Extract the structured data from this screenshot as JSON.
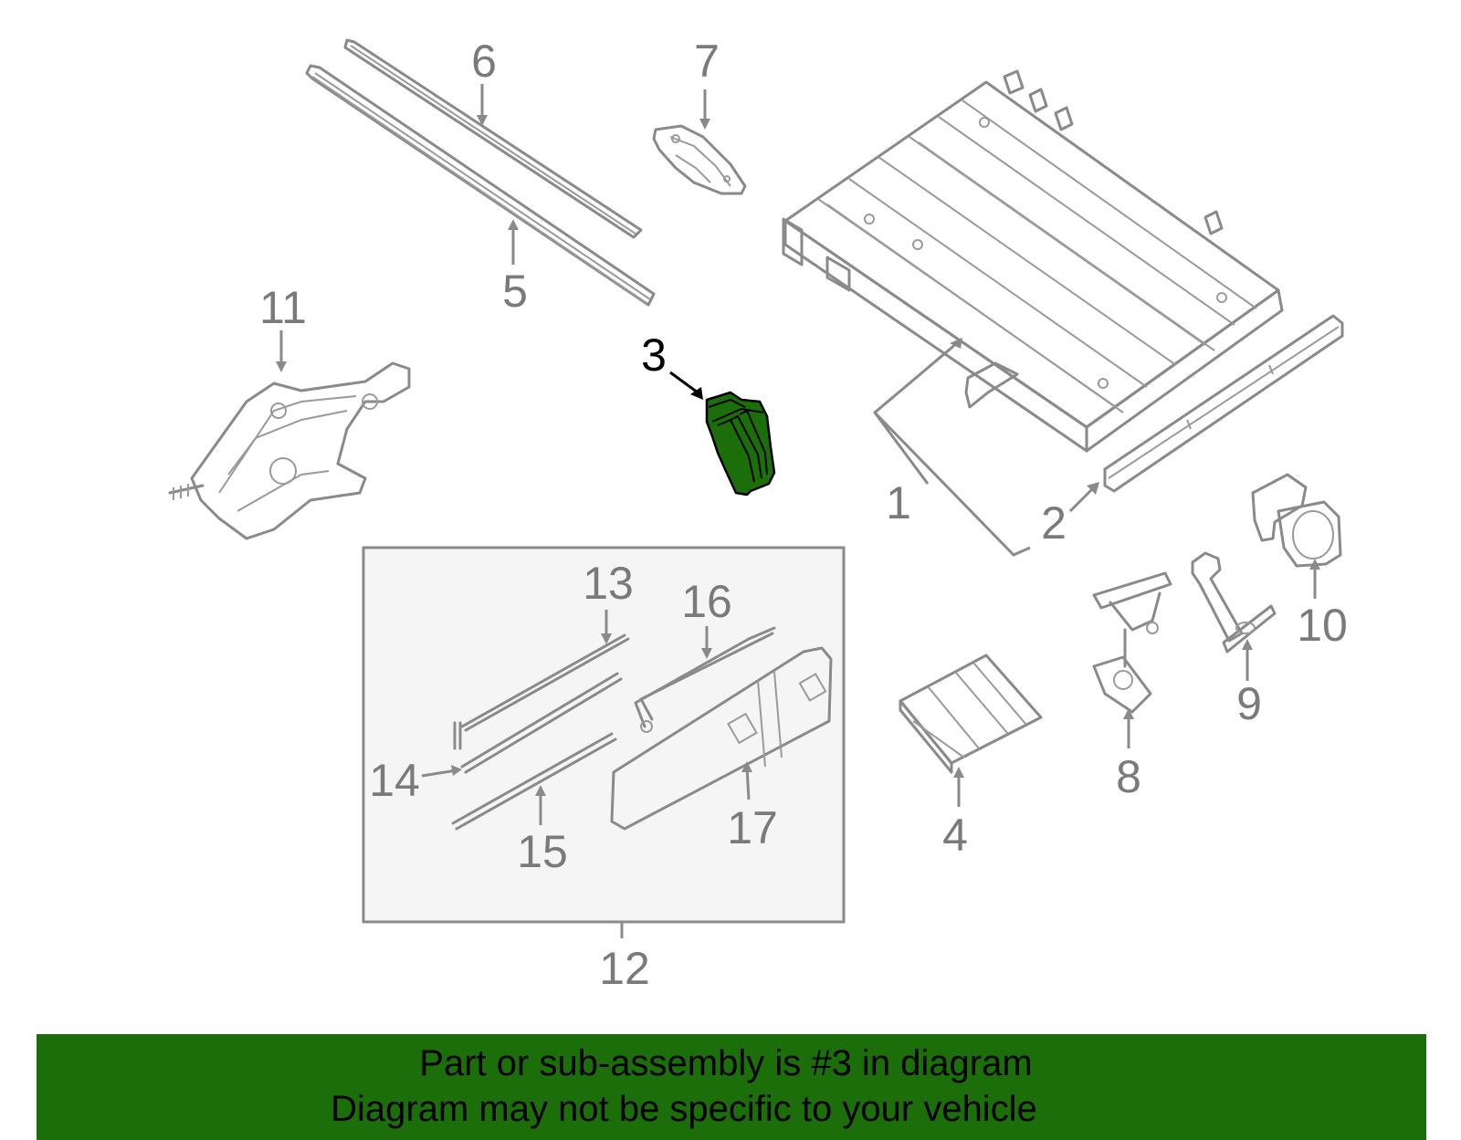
{
  "colors": {
    "highlight": "#1c6e0b",
    "line": "#8a8a8a",
    "box_fill": "#f5f5f5",
    "banner_bg": "#1c6e0b"
  },
  "diagram": {
    "highlighted": "3",
    "callouts": [
      {
        "num": "1"
      },
      {
        "num": "2"
      },
      {
        "num": "3"
      },
      {
        "num": "4"
      },
      {
        "num": "5"
      },
      {
        "num": "6"
      },
      {
        "num": "7"
      },
      {
        "num": "8"
      },
      {
        "num": "9"
      },
      {
        "num": "10"
      },
      {
        "num": "11"
      },
      {
        "num": "12"
      },
      {
        "num": "13"
      },
      {
        "num": "14"
      },
      {
        "num": "15"
      },
      {
        "num": "16"
      },
      {
        "num": "17"
      }
    ]
  },
  "banner": {
    "line1": "Part or sub-assembly is #3 in diagram",
    "line2": "Diagram may not be specific to your vehicle"
  }
}
